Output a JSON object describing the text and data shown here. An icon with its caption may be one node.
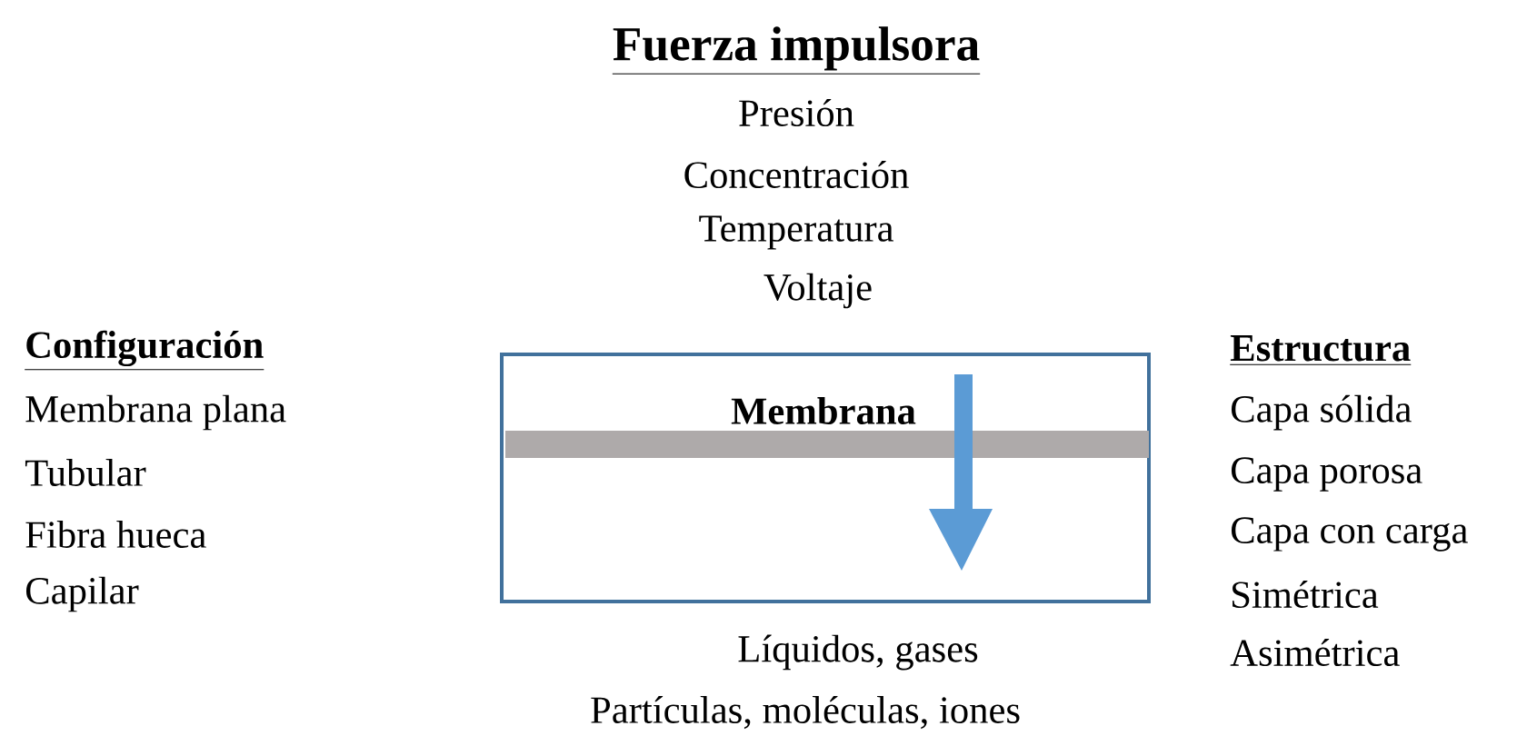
{
  "diagram": {
    "nodes": [
      {
        "text": [
          "Membrana"
        ]
      }
    ],
    "labels": [
      "Fuerza impulsora",
      "Presión",
      "Concentración",
      "Temperatura",
      "Voltaje",
      "Configuración",
      "Membrana plana",
      "Tubular",
      "Fibra hueca",
      "Capilar",
      "Estructura",
      "Capa sólida",
      "Capa porosa",
      "Capa con carga",
      "Simétrica",
      "Asimétrica",
      "Líquidos, gases",
      "Partículas, moléculas, iones"
    ]
  }
}
